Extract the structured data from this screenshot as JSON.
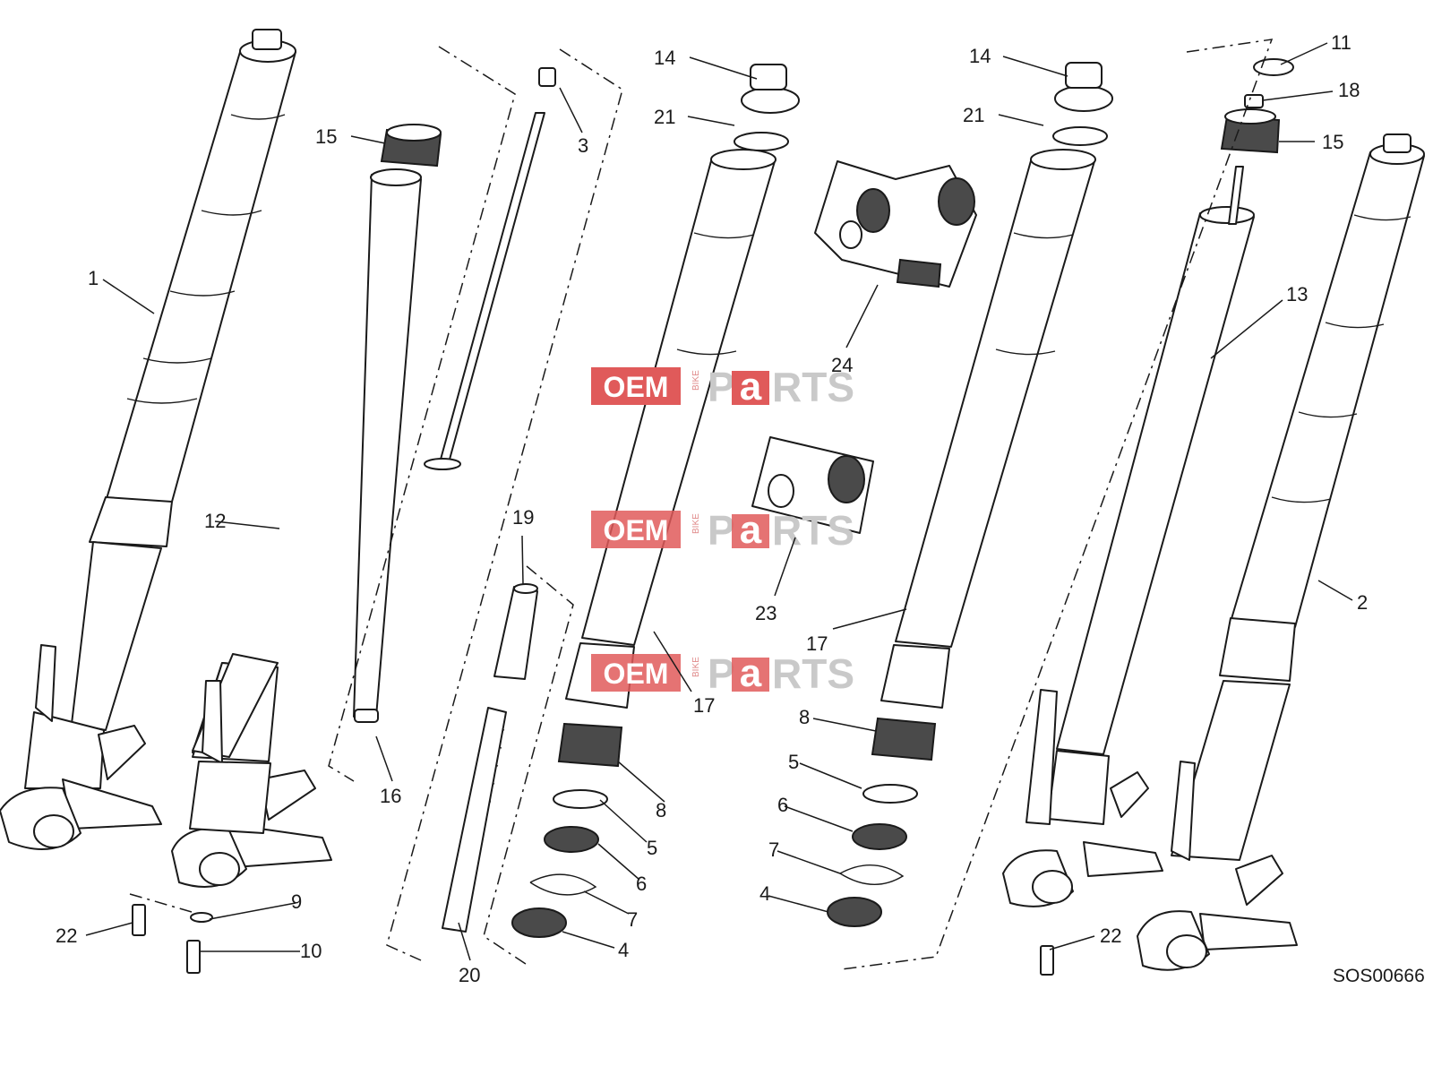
{
  "callouts": [
    {
      "id": "c1",
      "label": "1"
    },
    {
      "id": "c2",
      "label": "2"
    },
    {
      "id": "c3",
      "label": "3"
    },
    {
      "id": "c4a",
      "label": "4"
    },
    {
      "id": "c4b",
      "label": "4"
    },
    {
      "id": "c5a",
      "label": "5"
    },
    {
      "id": "c5b",
      "label": "5"
    },
    {
      "id": "c6a",
      "label": "6"
    },
    {
      "id": "c6b",
      "label": "6"
    },
    {
      "id": "c7a",
      "label": "7"
    },
    {
      "id": "c7b",
      "label": "7"
    },
    {
      "id": "c8a",
      "label": "8"
    },
    {
      "id": "c8b",
      "label": "8"
    },
    {
      "id": "c9",
      "label": "9"
    },
    {
      "id": "c10",
      "label": "10"
    },
    {
      "id": "c11",
      "label": "11"
    },
    {
      "id": "c12",
      "label": "12"
    },
    {
      "id": "c13",
      "label": "13"
    },
    {
      "id": "c14a",
      "label": "14"
    },
    {
      "id": "c14b",
      "label": "14"
    },
    {
      "id": "c15a",
      "label": "15"
    },
    {
      "id": "c15b",
      "label": "15"
    },
    {
      "id": "c16",
      "label": "16"
    },
    {
      "id": "c17a",
      "label": "17"
    },
    {
      "id": "c17b",
      "label": "17"
    },
    {
      "id": "c18",
      "label": "18"
    },
    {
      "id": "c19",
      "label": "19"
    },
    {
      "id": "c20",
      "label": "20"
    },
    {
      "id": "c21a",
      "label": "21"
    },
    {
      "id": "c21b",
      "label": "21"
    },
    {
      "id": "c22a",
      "label": "22"
    },
    {
      "id": "c22b",
      "label": "22"
    },
    {
      "id": "c23",
      "label": "23"
    },
    {
      "id": "c24",
      "label": "24"
    }
  ],
  "drawing_code": "SOS00666",
  "watermark": {
    "oem": "OEM",
    "bike": "BIKE",
    "p": "P",
    "a": "a",
    "rts": "RTS"
  },
  "colors": {
    "line": "#1a1a1a",
    "dark_part": "#4a4a4a",
    "watermark_red": "#e05a5a",
    "watermark_grey": "#c9c9c9"
  }
}
